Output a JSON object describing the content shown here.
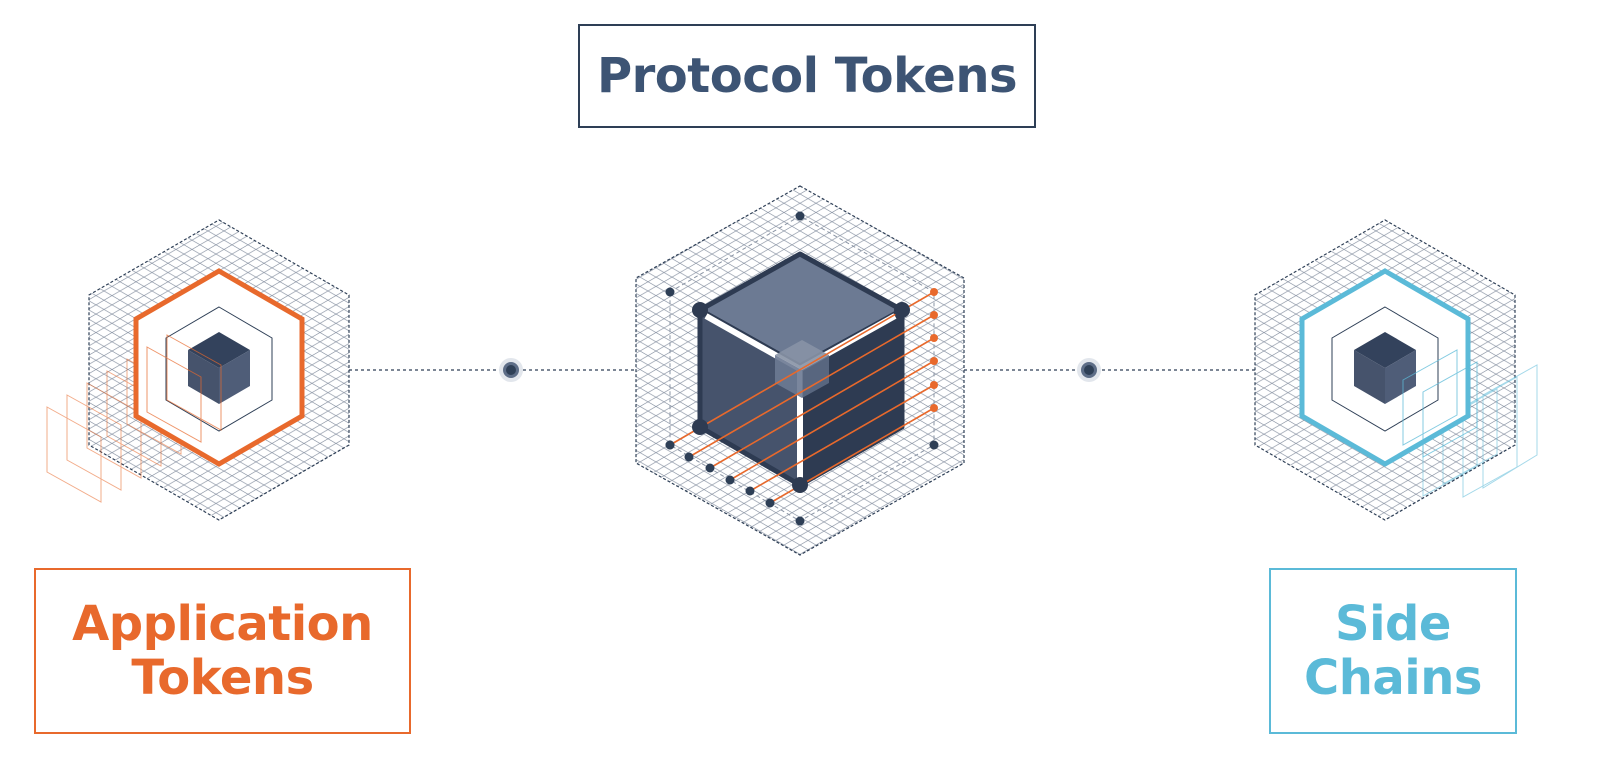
{
  "diagram": {
    "top_label": "Protocol Tokens",
    "left_label": {
      "line1": "Application",
      "line2": "Tokens"
    },
    "right_label": {
      "line1": "Side",
      "line2": "Chains"
    },
    "connector_count": 2
  },
  "colors": {
    "navy": "#2e3f56",
    "title_text": "#3d5474",
    "application": "#e8692c",
    "side_chains": "#5bbad8",
    "grid": "#7d8898",
    "cube_top": "#6c7a93",
    "cube_left": "#46536c",
    "cube_right": "#2e3b52"
  }
}
